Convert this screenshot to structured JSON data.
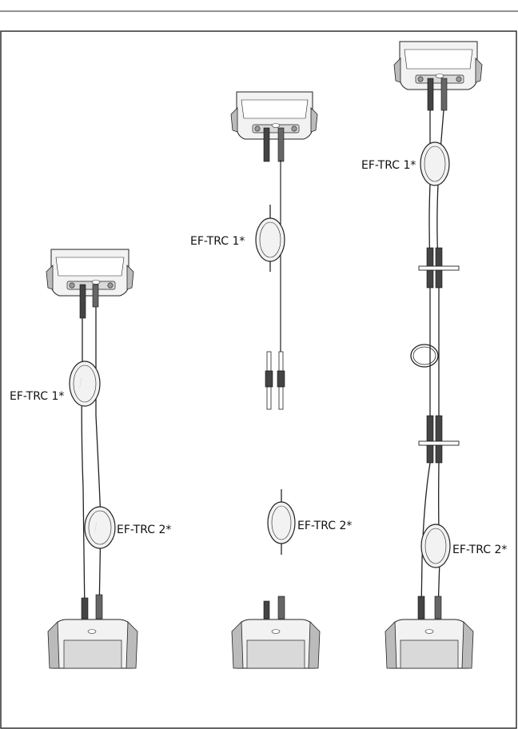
{
  "diagram": {
    "labels": {
      "left_trc1": "EF-TRC 1*",
      "left_trc2": "EF-TRC 2*",
      "middle_trc1": "EF-TRC 1*",
      "middle_trc2": "EF-TRC 2*",
      "right_trc1": "EF-TRC 1*",
      "right_trc2": "EF-TRC 2*"
    },
    "colors": {
      "line": "#222222",
      "fill_light": "#f2f2f2",
      "fill_mid": "#d9d9d9",
      "fill_dark": "#9a9a9a"
    }
  }
}
